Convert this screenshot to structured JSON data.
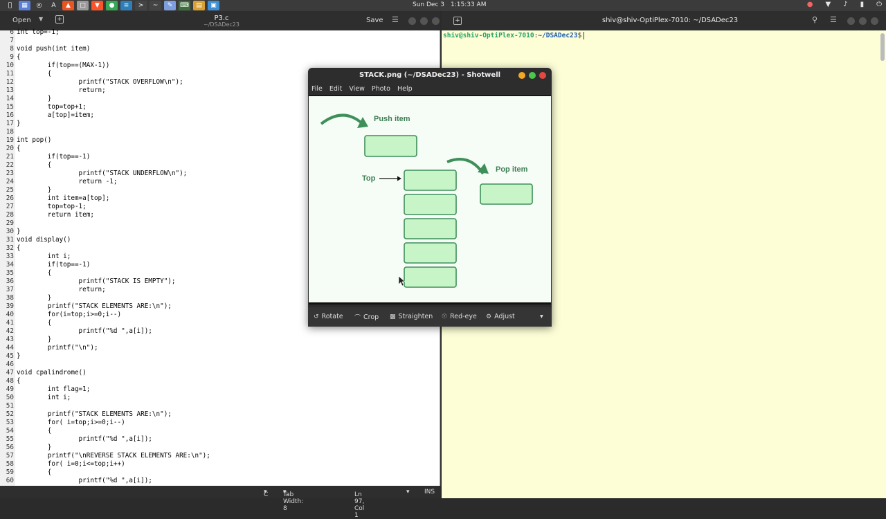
{
  "topbar": {
    "date": "Sun Dec 3",
    "time": "1:15:33 AM",
    "apps": [
      {
        "icon": "apple-icon",
        "glyph": "",
        "color": "#3b3b3b"
      },
      {
        "icon": "app-grid-icon",
        "glyph": "▦",
        "color": "#5a7fd6"
      },
      {
        "icon": "settings-icon",
        "glyph": "◎",
        "color": "#3b3b3b"
      },
      {
        "icon": "a-icon",
        "glyph": "A",
        "color": "#3b3b3b"
      },
      {
        "icon": "store-icon",
        "glyph": "▲",
        "color": "#e95420"
      },
      {
        "icon": "files-icon",
        "glyph": "□",
        "color": "#9a9a9a"
      },
      {
        "icon": "brave-icon",
        "glyph": "▼",
        "color": "#fb542b"
      },
      {
        "icon": "chrome-icon",
        "glyph": "●",
        "color": "#34a853"
      },
      {
        "icon": "layers-icon",
        "glyph": "≡",
        "color": "#2c7fb8"
      },
      {
        "icon": "terminal-icon",
        "glyph": ">",
        "color": "#444"
      },
      {
        "icon": "monitor-icon",
        "glyph": "~",
        "color": "#444"
      },
      {
        "icon": "editor-icon",
        "glyph": "✎",
        "color": "#7d9fe0"
      },
      {
        "icon": "code-icon",
        "glyph": "⌨",
        "color": "#3c6e3c"
      },
      {
        "icon": "file-icon",
        "glyph": "▤",
        "color": "#d9a033"
      },
      {
        "icon": "image-icon",
        "glyph": "▣",
        "color": "#3a8fd6"
      }
    ]
  },
  "editor": {
    "open_label": "Open",
    "title": "P3.c",
    "subtitle": "~/DSADec23",
    "save_label": "Save",
    "lines": [
      {
        "n": "6",
        "t": "int top=-1;"
      },
      {
        "n": "7",
        "t": ""
      },
      {
        "n": "8",
        "t": "void push(int item)"
      },
      {
        "n": "9",
        "t": "{"
      },
      {
        "n": "10",
        "t": "        if(top==(MAX-1))"
      },
      {
        "n": "11",
        "t": "        {"
      },
      {
        "n": "12",
        "t": "                printf(\"STACK OVERFLOW\\n\");"
      },
      {
        "n": "13",
        "t": "                return;"
      },
      {
        "n": "14",
        "t": "        }"
      },
      {
        "n": "15",
        "t": "        top=top+1;"
      },
      {
        "n": "16",
        "t": "        a[top]=item;"
      },
      {
        "n": "17",
        "t": "}"
      },
      {
        "n": "18",
        "t": ""
      },
      {
        "n": "19",
        "t": "int pop()"
      },
      {
        "n": "20",
        "t": "{"
      },
      {
        "n": "21",
        "t": "        if(top==-1)"
      },
      {
        "n": "22",
        "t": "        {"
      },
      {
        "n": "23",
        "t": "                printf(\"STACK UNDERFLOW\\n\");"
      },
      {
        "n": "24",
        "t": "                return -1;"
      },
      {
        "n": "25",
        "t": "        }"
      },
      {
        "n": "26",
        "t": "        int item=a[top];"
      },
      {
        "n": "27",
        "t": "        top=top-1;"
      },
      {
        "n": "28",
        "t": "        return item;"
      },
      {
        "n": "29",
        "t": ""
      },
      {
        "n": "30",
        "t": "}"
      },
      {
        "n": "31",
        "t": "void display()"
      },
      {
        "n": "32",
        "t": "{"
      },
      {
        "n": "33",
        "t": "        int i;"
      },
      {
        "n": "34",
        "t": "        if(top==-1)"
      },
      {
        "n": "35",
        "t": "        {"
      },
      {
        "n": "36",
        "t": "                printf(\"STACK IS EMPTY\");"
      },
      {
        "n": "37",
        "t": "                return;"
      },
      {
        "n": "38",
        "t": "        }"
      },
      {
        "n": "39",
        "t": "        printf(\"STACK ELEMENTS ARE:\\n\");"
      },
      {
        "n": "40",
        "t": "        for(i=top;i>=0;i--)"
      },
      {
        "n": "41",
        "t": "        {"
      },
      {
        "n": "42",
        "t": "                printf(\"%d \",a[i]);"
      },
      {
        "n": "43",
        "t": "        }"
      },
      {
        "n": "44",
        "t": "        printf(\"\\n\");"
      },
      {
        "n": "45",
        "t": "}"
      },
      {
        "n": "46",
        "t": ""
      },
      {
        "n": "47",
        "t": "void cpalindrome()"
      },
      {
        "n": "48",
        "t": "{"
      },
      {
        "n": "49",
        "t": "        int flag=1;"
      },
      {
        "n": "50",
        "t": "        int i;"
      },
      {
        "n": "51",
        "t": ""
      },
      {
        "n": "52",
        "t": "        printf(\"STACK ELEMENTS ARE:\\n\");"
      },
      {
        "n": "53",
        "t": "        for( i=top;i>=0;i--)"
      },
      {
        "n": "54",
        "t": "        {"
      },
      {
        "n": "55",
        "t": "                printf(\"%d \",a[i]);"
      },
      {
        "n": "56",
        "t": "        }"
      },
      {
        "n": "57",
        "t": "        printf(\"\\nREVERSE STACK ELEMENTS ARE:\\n\");"
      },
      {
        "n": "58",
        "t": "        for( i=0;i<=top;i++)"
      },
      {
        "n": "59",
        "t": "        {"
      },
      {
        "n": "60",
        "t": "                printf(\"%d \",a[i]);"
      }
    ],
    "status": {
      "language": "C",
      "tab_width": "Tab Width: 8",
      "position": "Ln 97, Col 1",
      "mode": "INS"
    }
  },
  "terminal": {
    "title": "shiv@shiv-OptiPlex-7010: ~/DSADec23",
    "prompt_user": "shiv@shiv-OptiPlex-7010",
    "prompt_sep": ":",
    "prompt_path": "~/DSADec23",
    "prompt_symbol": "$"
  },
  "shotwell": {
    "title": "STACK.png (~/DSADec23) - Shotwell",
    "menu": [
      "File",
      "Edit",
      "View",
      "Photo",
      "Help"
    ],
    "image": {
      "push_label": "Push item",
      "pop_label": "Pop item",
      "top_label": "Top",
      "box_fill": "#c8f5c8",
      "box_stroke": "#3f8f5a",
      "arrow_color": "#3f8f5a"
    },
    "tools": {
      "rotate": "Rotate",
      "crop": "Crop",
      "straighten": "Straighten",
      "redeye": "Red-eye",
      "adjust": "Adjust"
    }
  }
}
